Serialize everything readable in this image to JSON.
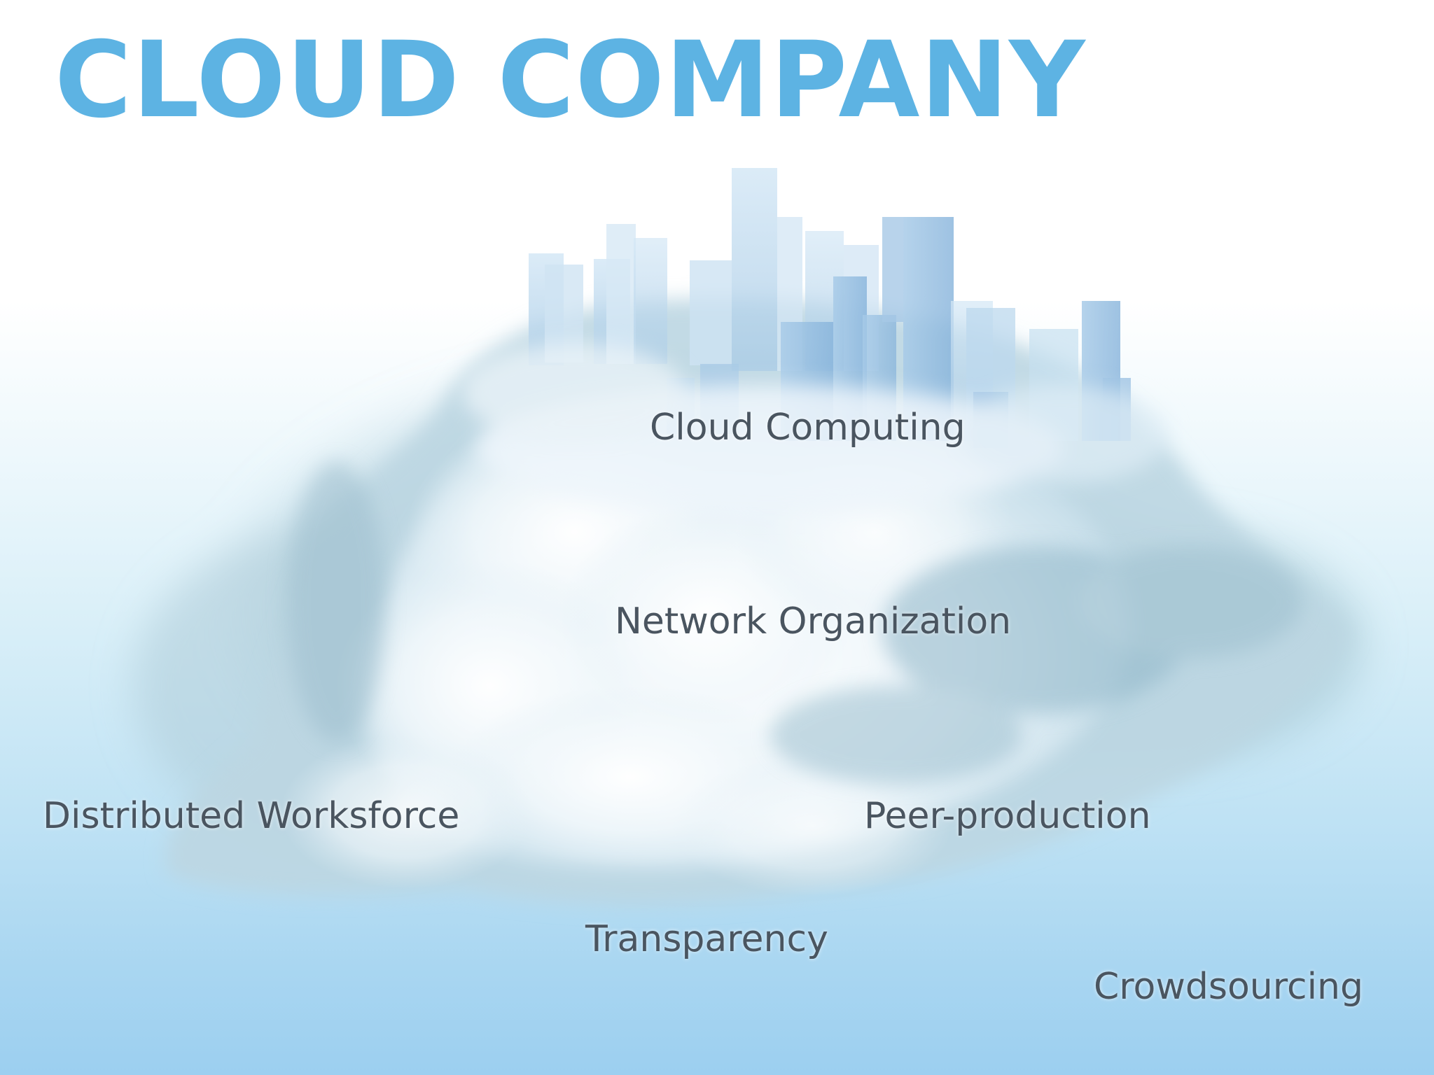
{
  "title": "CLOUD COMPANY",
  "labels": {
    "cloud_computing": "Cloud Computing",
    "network_organization": "Network Organization",
    "distributed_workforce": "Distributed Worksforce",
    "peer_production": "Peer-production",
    "transparency": "Transparency",
    "crowdsourcing": "Crowdsourcing"
  },
  "colors": {
    "title": "#5db3e3",
    "label_text": "#4a5560",
    "sky_bottom": "#9ccff0"
  },
  "illustration": {
    "subject": "cloud-with-city-skyline"
  }
}
